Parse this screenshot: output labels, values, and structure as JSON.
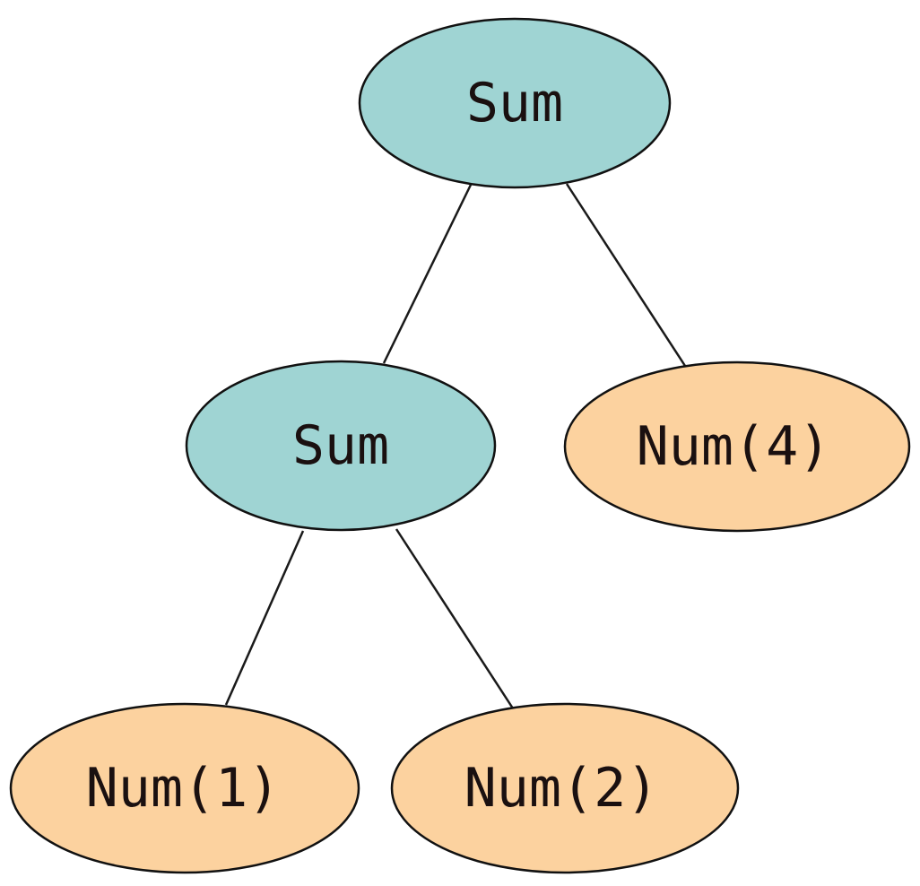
{
  "colors": {
    "operator_fill": "#9fd4d3",
    "leaf_fill": "#fcd29f",
    "stroke": "#111111"
  },
  "nodes": {
    "root": {
      "label": "Sum",
      "kind": "operator"
    },
    "sum_left": {
      "label": "Sum",
      "kind": "operator"
    },
    "num4": {
      "label": "Num(4)",
      "kind": "leaf"
    },
    "num1": {
      "label": "Num(1)",
      "kind": "leaf"
    },
    "num2": {
      "label": "Num(2)",
      "kind": "leaf"
    }
  },
  "edges": [
    {
      "from": "root",
      "to": "sum_left"
    },
    {
      "from": "root",
      "to": "num4"
    },
    {
      "from": "sum_left",
      "to": "num1"
    },
    {
      "from": "sum_left",
      "to": "num2"
    }
  ]
}
